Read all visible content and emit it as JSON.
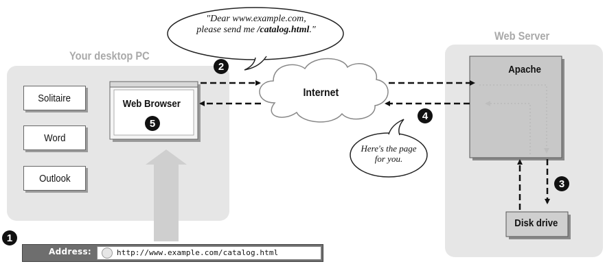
{
  "regions": {
    "desktop_title": "Your desktop PC",
    "server_title": "Web Server"
  },
  "apps": {
    "solitaire": "Solitaire",
    "word": "Word",
    "outlook": "Outlook"
  },
  "browser": {
    "label": "Web Browser"
  },
  "internet": {
    "label": "Internet"
  },
  "server": {
    "apache": "Apache",
    "disk": "Disk drive"
  },
  "bubbles": {
    "request_line1": "\"Dear www.example.com,",
    "request_line2_pre": "please send me ",
    "request_line2_bold": "/catalog.html",
    "request_line2_post": ".\"",
    "response_line1": "Here's the page",
    "response_line2": "for you."
  },
  "steps": {
    "one": "1",
    "two": "2",
    "three": "3",
    "four": "4",
    "five": "5"
  },
  "address_bar": {
    "label": "Address:",
    "url": "http://www.example.com/catalog.html"
  }
}
